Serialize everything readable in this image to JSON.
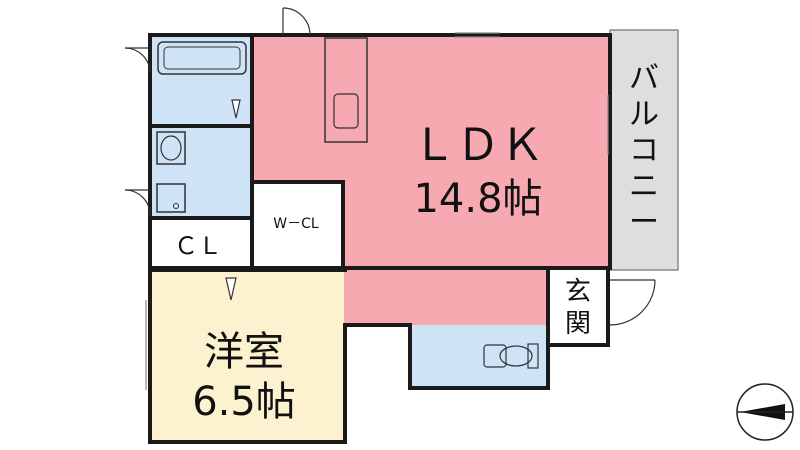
{
  "rooms": {
    "ldk": {
      "name": "ＬＤＫ",
      "size": "14.8帖"
    },
    "western": {
      "name": "洋室",
      "size": "6.5帖"
    },
    "wcl": {
      "name": "W－CL"
    },
    "cl": {
      "name": "ＣＬ"
    },
    "entrance": {
      "line1": "玄",
      "line2": "関"
    },
    "balcony": {
      "chars": [
        "バ",
        "ル",
        "コ",
        "ニ",
        "ー"
      ]
    }
  },
  "colors": {
    "ldk": "#f6a9b1",
    "western": "#fdf2cf",
    "wet": "#cfe3f7",
    "balcony": "#dedede",
    "wall": "#1a1a1a"
  },
  "compass_icon": "north-arrow-icon"
}
